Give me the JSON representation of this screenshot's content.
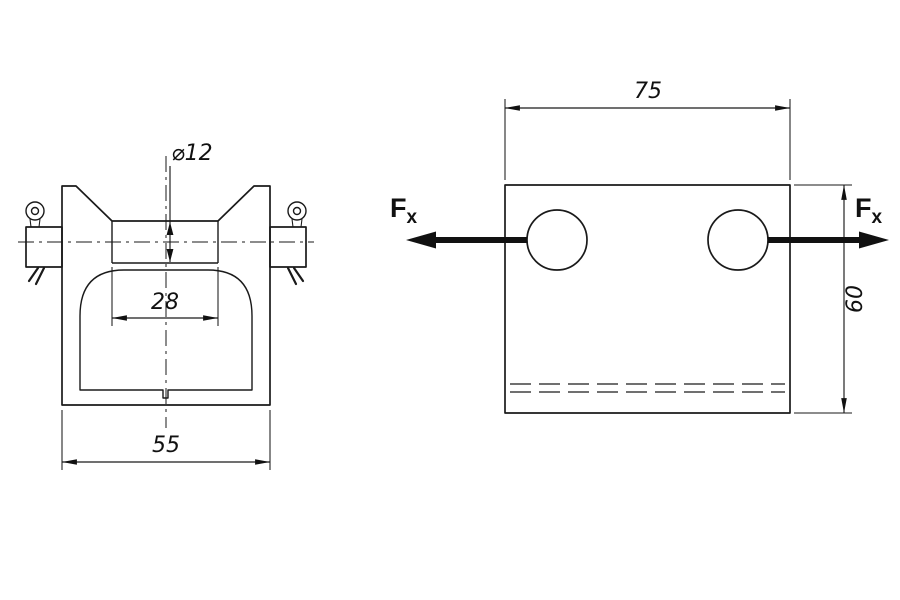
{
  "page": {
    "background": "#ffffff",
    "line_color": "#1a1a1a",
    "arrow_color": "#111111"
  },
  "front_view": {
    "dims": {
      "hole_diameter": "⌀12",
      "slot_width": "28",
      "overall_width": "55"
    }
  },
  "side_view": {
    "dims": {
      "width": "75",
      "height": "60"
    },
    "forces": {
      "left": {
        "label": "F",
        "sub": "x"
      },
      "right": {
        "label": "F",
        "sub": "x"
      }
    }
  }
}
